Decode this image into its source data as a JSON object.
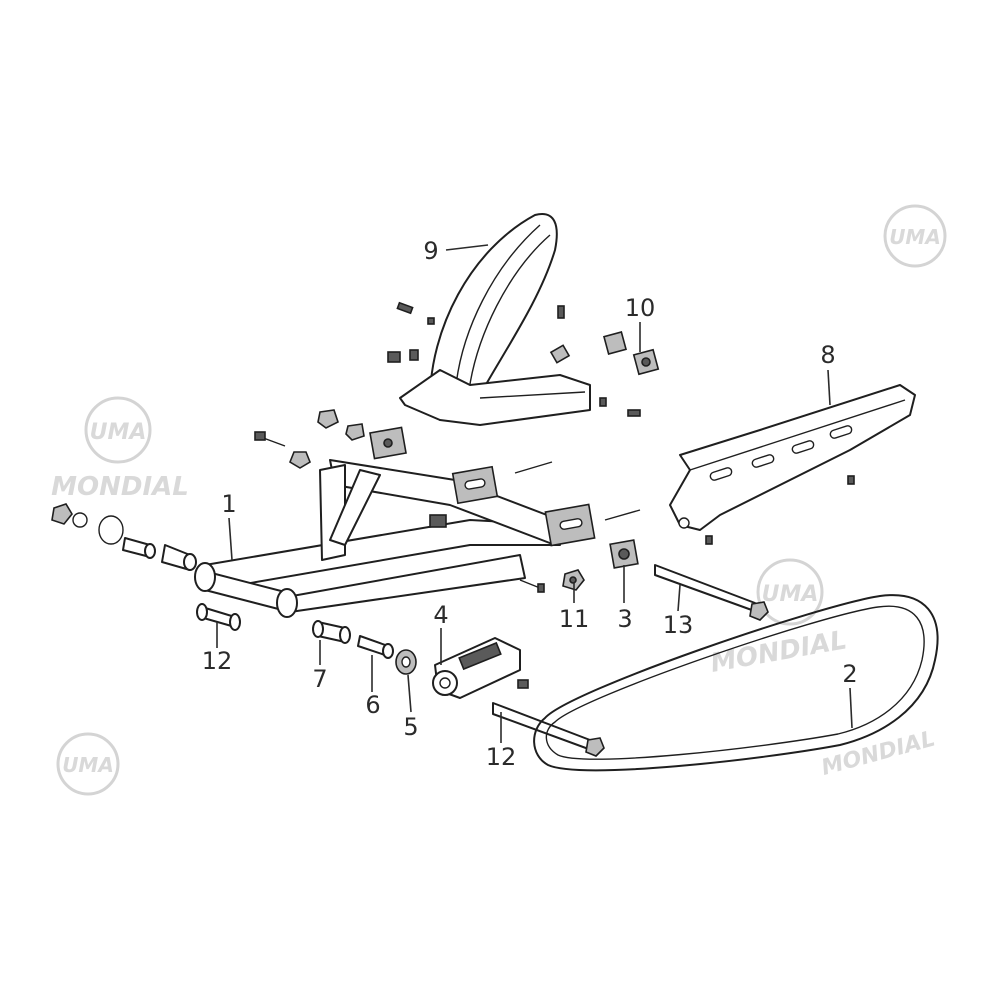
{
  "watermarks": {
    "logo_text": "UMA",
    "brand_text": "MONDIAL"
  },
  "callouts": [
    {
      "id": "1",
      "label": "1",
      "part": "swing-arm"
    },
    {
      "id": "2",
      "label": "2",
      "part": "drive-chain"
    },
    {
      "id": "3",
      "label": "3",
      "part": "chain-slider-block"
    },
    {
      "id": "4",
      "label": "4",
      "part": "chain-adjuster"
    },
    {
      "id": "5",
      "label": "5",
      "part": "washer"
    },
    {
      "id": "6",
      "label": "6",
      "part": "pivot-bushing"
    },
    {
      "id": "7",
      "label": "7",
      "part": "pivot-collar"
    },
    {
      "id": "8",
      "label": "8",
      "part": "chain-guard"
    },
    {
      "id": "9",
      "label": "9",
      "part": "rear-hugger-fender"
    },
    {
      "id": "10",
      "label": "10",
      "part": "clip-nut"
    },
    {
      "id": "11",
      "label": "11",
      "part": "bolt-nut"
    },
    {
      "id": "12a",
      "label": "12",
      "part": "pivot-shaft-sleeve"
    },
    {
      "id": "12b",
      "label": "12",
      "part": "axle-bolt"
    },
    {
      "id": "13",
      "label": "13",
      "part": "rear-axle"
    }
  ]
}
